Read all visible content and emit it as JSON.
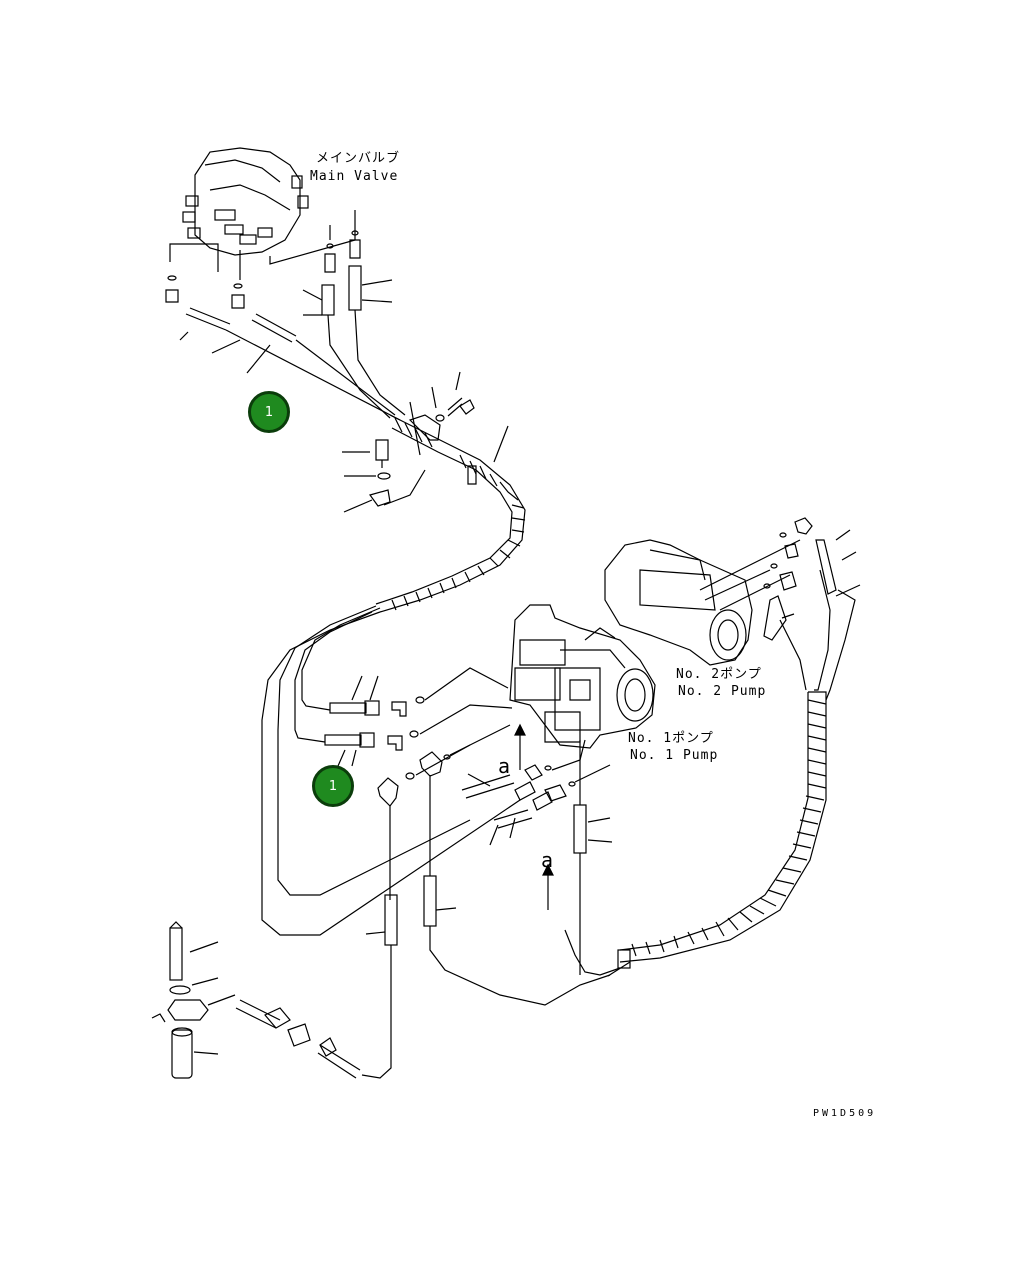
{
  "main_valve": {
    "label_jp": "メインバルブ",
    "label_en": "Main Valve"
  },
  "pump_1": {
    "label_jp": "No. 1ポンプ",
    "label_en": "No. 1 Pump"
  },
  "pump_2": {
    "label_jp": "No. 2ポンプ",
    "label_en": "No. 2 Pump"
  },
  "reference_marks": {
    "a_upper": "a",
    "a_lower": "a"
  },
  "callouts": {
    "first": "1",
    "second": "1"
  },
  "drawing_code": "PW1D509",
  "colors": {
    "line": "#000000",
    "callout_fill": "#1f8a1f",
    "callout_border": "#0b3d0b"
  }
}
